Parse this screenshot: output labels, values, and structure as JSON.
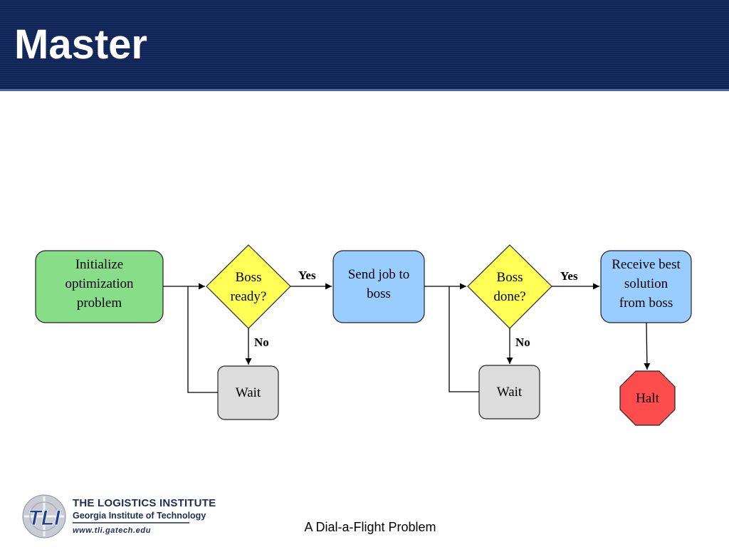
{
  "slide": {
    "title": "Master",
    "footer": "A Dial-a-Flight Problem"
  },
  "logo": {
    "monogram": "TLI",
    "line1": "THE LOGISTICS INSTITUTE",
    "line2": "Georgia Institute of Technology",
    "line3": "www.tli.gatech.edu"
  },
  "flowchart": {
    "nodes": {
      "init": "Initialize\noptimization\nproblem",
      "boss_ready": "Boss\nready?",
      "send_job": "Send job to\nboss",
      "wait1": "Wait",
      "boss_done": "Boss\ndone?",
      "wait2": "Wait",
      "receive": "Receive best\nsolution\nfrom boss",
      "halt": "Halt"
    },
    "edges": {
      "yes1": "Yes",
      "no1": "No",
      "yes2": "Yes",
      "no2": "No"
    }
  },
  "colors": {
    "title_bar": "#0f2456",
    "start_node": "#88dd88",
    "decision_node": "#ffff55",
    "process_node": "#99ccff",
    "wait_node": "#dcdcdc",
    "halt_node": "#ff4d4d"
  }
}
